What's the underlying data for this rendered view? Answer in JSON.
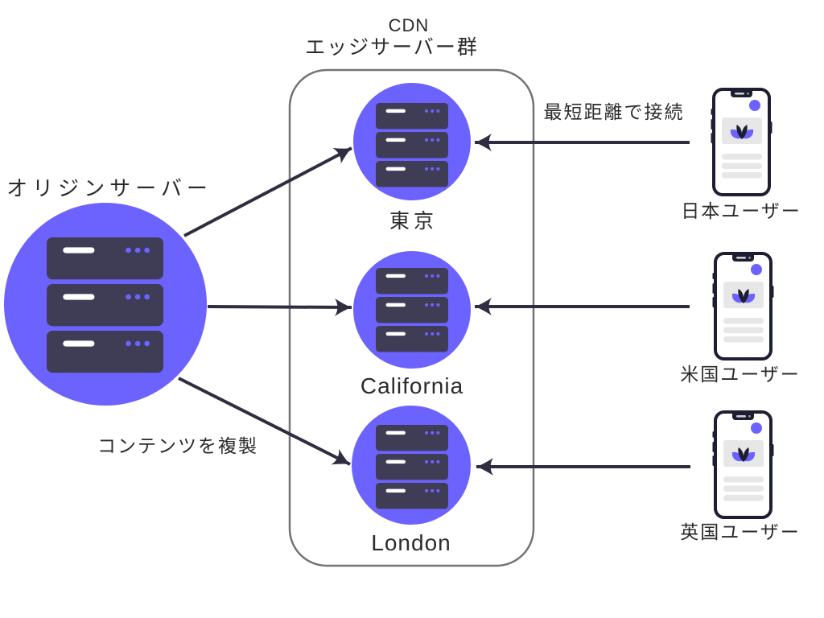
{
  "colors": {
    "accent": "#6C63FF",
    "dark_navy": "#3F3D56",
    "arrow_dark": "#2F2E41",
    "frame_dark": "#1E1E32",
    "border_gray": "#737373",
    "light_gray": "#E7E7E7",
    "text_dark": "#2B2B2B",
    "white": "#FFFFFF"
  },
  "title": {
    "line1": "CDN",
    "line2": "エッジサーバー群"
  },
  "origin": {
    "label": "オリジンサーバー"
  },
  "edges": [
    {
      "label": "東京"
    },
    {
      "label": "California"
    },
    {
      "label": "London"
    }
  ],
  "users": [
    {
      "label": "日本ユーザー"
    },
    {
      "label": "米国ユーザー"
    },
    {
      "label": "英国ユーザー"
    }
  ],
  "annotations": {
    "replicate": "コンテンツを複製",
    "shortest": "最短距離で接続"
  },
  "icons": {
    "server": "server-rack-icon",
    "device": "smartphone-icon",
    "logo": "lotus-flower-icon",
    "arrow": "arrowhead-icon"
  }
}
